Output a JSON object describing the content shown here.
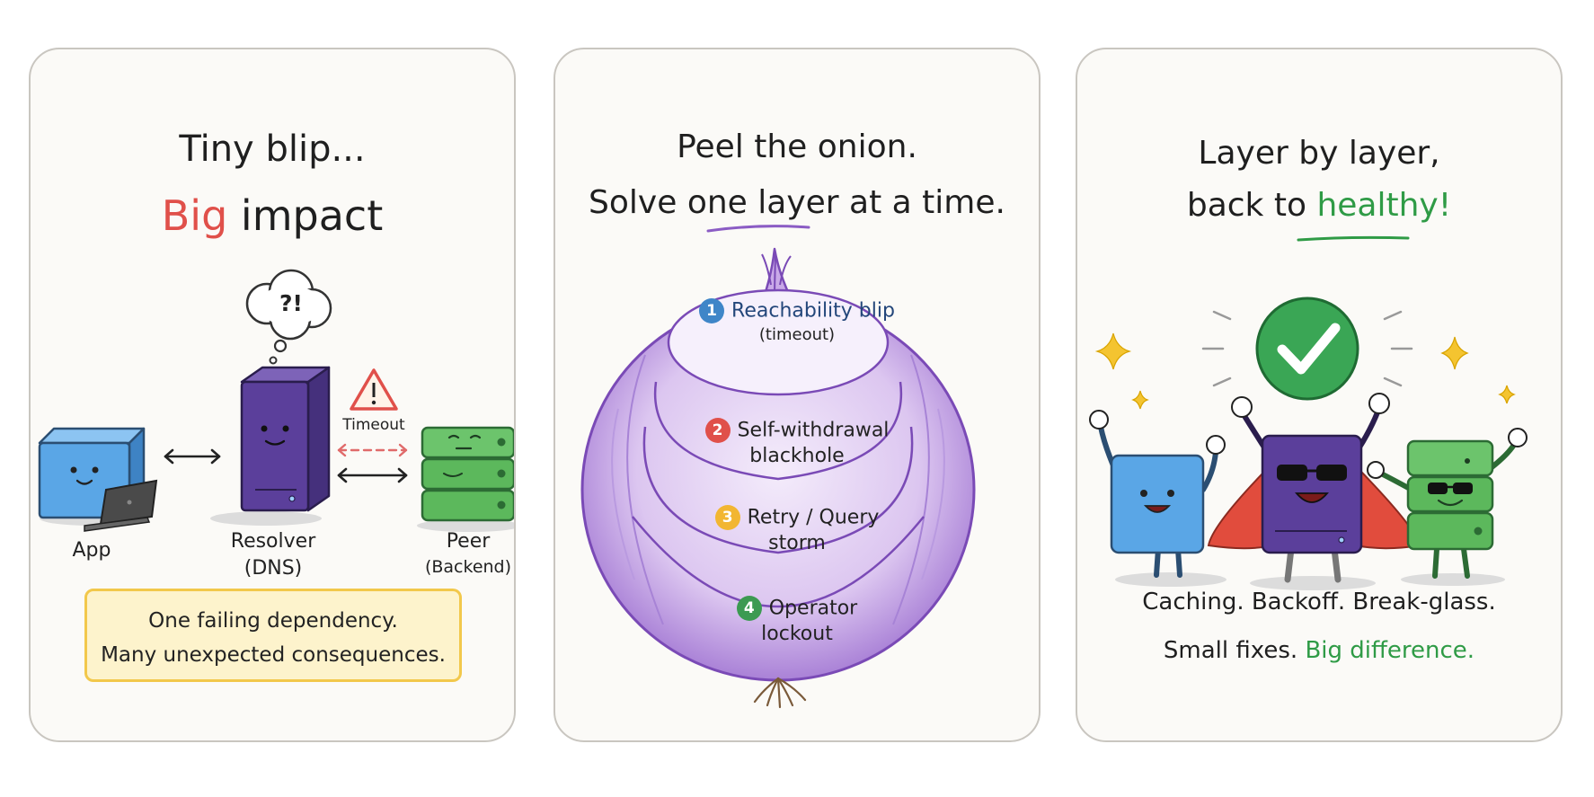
{
  "panels": [
    {
      "title_line1": "Tiny blip...",
      "title_highlight": "Big",
      "title_rest": "impact",
      "thought_text": "?!",
      "nodes": {
        "app": "App",
        "resolver_line1": "Resolver",
        "resolver_line2": "(DNS)",
        "peer_line1": "Peer",
        "peer_line2": "(Backend)"
      },
      "timeout_label": "Timeout",
      "callout_line1": "One failing dependency.",
      "callout_line2": "Many unexpected consequences."
    },
    {
      "title_line1": "Peel the onion.",
      "title_line2_pre": "Solve",
      "title_line2_highlight": "one layer",
      "title_line2_post": "at a time.",
      "layers": [
        {
          "number": "1",
          "line1": "Reachability blip",
          "line2": "(timeout)",
          "color": "#3f86c8",
          "text_color": "#23467a"
        },
        {
          "number": "2",
          "line1": "Self-withdrawal",
          "line2": "blackhole",
          "color": "#e0504a",
          "text_color": "#222222"
        },
        {
          "number": "3",
          "line1": "Retry / Query",
          "line2": "storm",
          "color": "#f2b632",
          "text_color": "#222222"
        },
        {
          "number": "4",
          "line1": "Operator",
          "line2": "lockout",
          "color": "#3c9a52",
          "text_color": "#222222"
        }
      ]
    },
    {
      "title_line1": "Layer by layer,",
      "title_line2_pre": "back to",
      "title_line2_highlight": "healthy!",
      "footer_line1": "Caching. Backoff. Break-glass.",
      "footer_line2_pre": "Small fixes.",
      "footer_line2_highlight": "Big difference."
    }
  ],
  "colors": {
    "app_blue": "#4f9ee3",
    "resolver_purple": "#5b3f9b",
    "peer_green": "#5cb85c",
    "onion_purple": "#8b5cc4",
    "check_green": "#3aa655",
    "sparkle_yellow": "#f4c430"
  }
}
